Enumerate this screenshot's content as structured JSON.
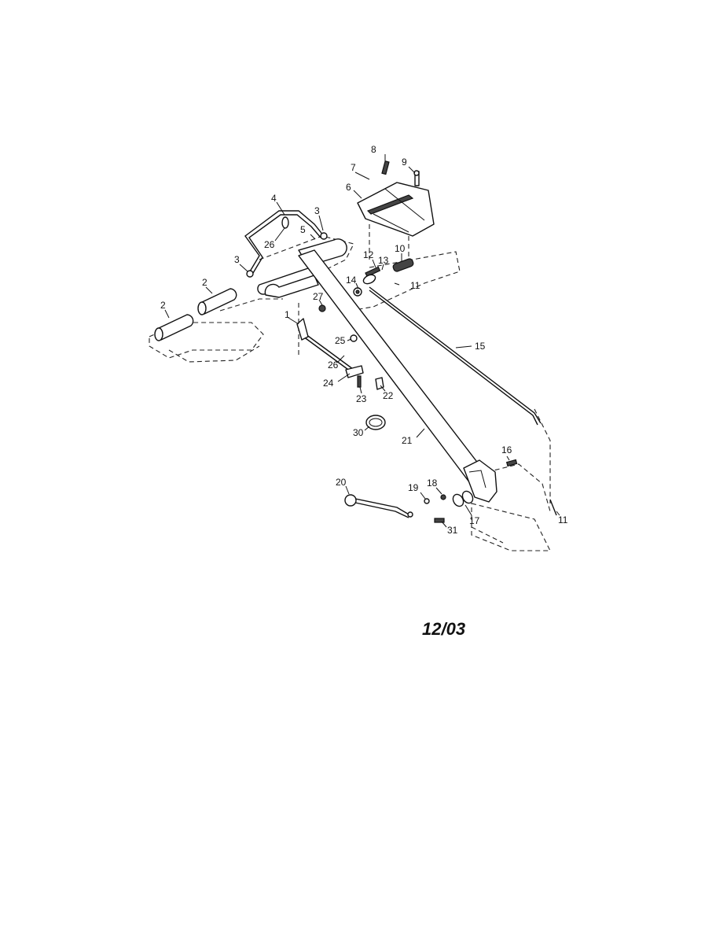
{
  "callouts": {
    "c1": "1",
    "c2a": "2",
    "c2b": "2",
    "c3a": "3",
    "c3b": "3",
    "c4": "4",
    "c5": "5",
    "c6": "6",
    "c7": "7",
    "c8": "8",
    "c9": "9",
    "c10": "10",
    "c11a": "11",
    "c11b": "11",
    "c12": "12",
    "c13": "13",
    "c14": "14",
    "c15": "15",
    "c16": "16",
    "c17": "17",
    "c18": "18",
    "c19": "19",
    "c20": "20",
    "c21": "21",
    "c22": "22",
    "c23": "23",
    "c24": "24",
    "c25": "25",
    "c26a": "26",
    "c26b": "26",
    "c27": "27",
    "c30": "30",
    "c31": "31"
  },
  "date_stamp": "12/03"
}
